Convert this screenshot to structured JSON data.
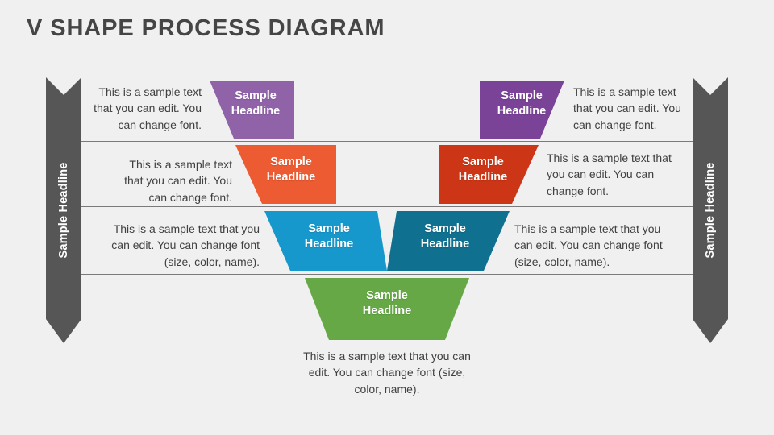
{
  "title": "V SHAPE PROCESS DIAGRAM",
  "colors": {
    "background": "#f0f0f0",
    "title": "#454545",
    "sidebar": "#565656",
    "divider": "#7a7a7a",
    "body_text": "#404040",
    "purple_left": "#9063A8",
    "purple_right": "#7B4397",
    "orange_left": "#EC5B32",
    "red_right": "#CC3515",
    "blue_left": "#1798CD",
    "blue_right": "#10708F",
    "green": "#65A845"
  },
  "sidebars": {
    "left": {
      "label": "Sample Headline"
    },
    "right": {
      "label": "Sample Headline"
    }
  },
  "rows": [
    {
      "id": "row-purple",
      "left": {
        "headline": "Sample\nHeadline",
        "text": "This is a sample text that you can edit. You can change font.",
        "color": "#9063A8"
      },
      "right": {
        "headline": "Sample\nHeadline",
        "text": "This is a sample text that you can edit. You can change font.",
        "color": "#7B4397"
      }
    },
    {
      "id": "row-orange",
      "left": {
        "headline": "Sample\nHeadline",
        "text": "This is a sample text that you can edit. You can change font.",
        "color": "#EC5B32"
      },
      "right": {
        "headline": "Sample\nHeadline",
        "text": "This is a sample text that you can edit. You can change font.",
        "color": "#CC3515"
      }
    },
    {
      "id": "row-blue",
      "left": {
        "headline": "Sample\nHeadline",
        "text": "This is a sample text that you can edit. You can change font (size, color, name).",
        "color": "#1798CD"
      },
      "right": {
        "headline": "Sample\nHeadline",
        "text": "This is a sample text that you can edit. You can change font (size, color, name).",
        "color": "#10708F"
      }
    }
  ],
  "bottom": {
    "id": "row-green",
    "headline": "Sample\nHeadline",
    "text": "This is a sample text that you can edit. You can change font (size, color, name).",
    "color": "#65A845"
  }
}
